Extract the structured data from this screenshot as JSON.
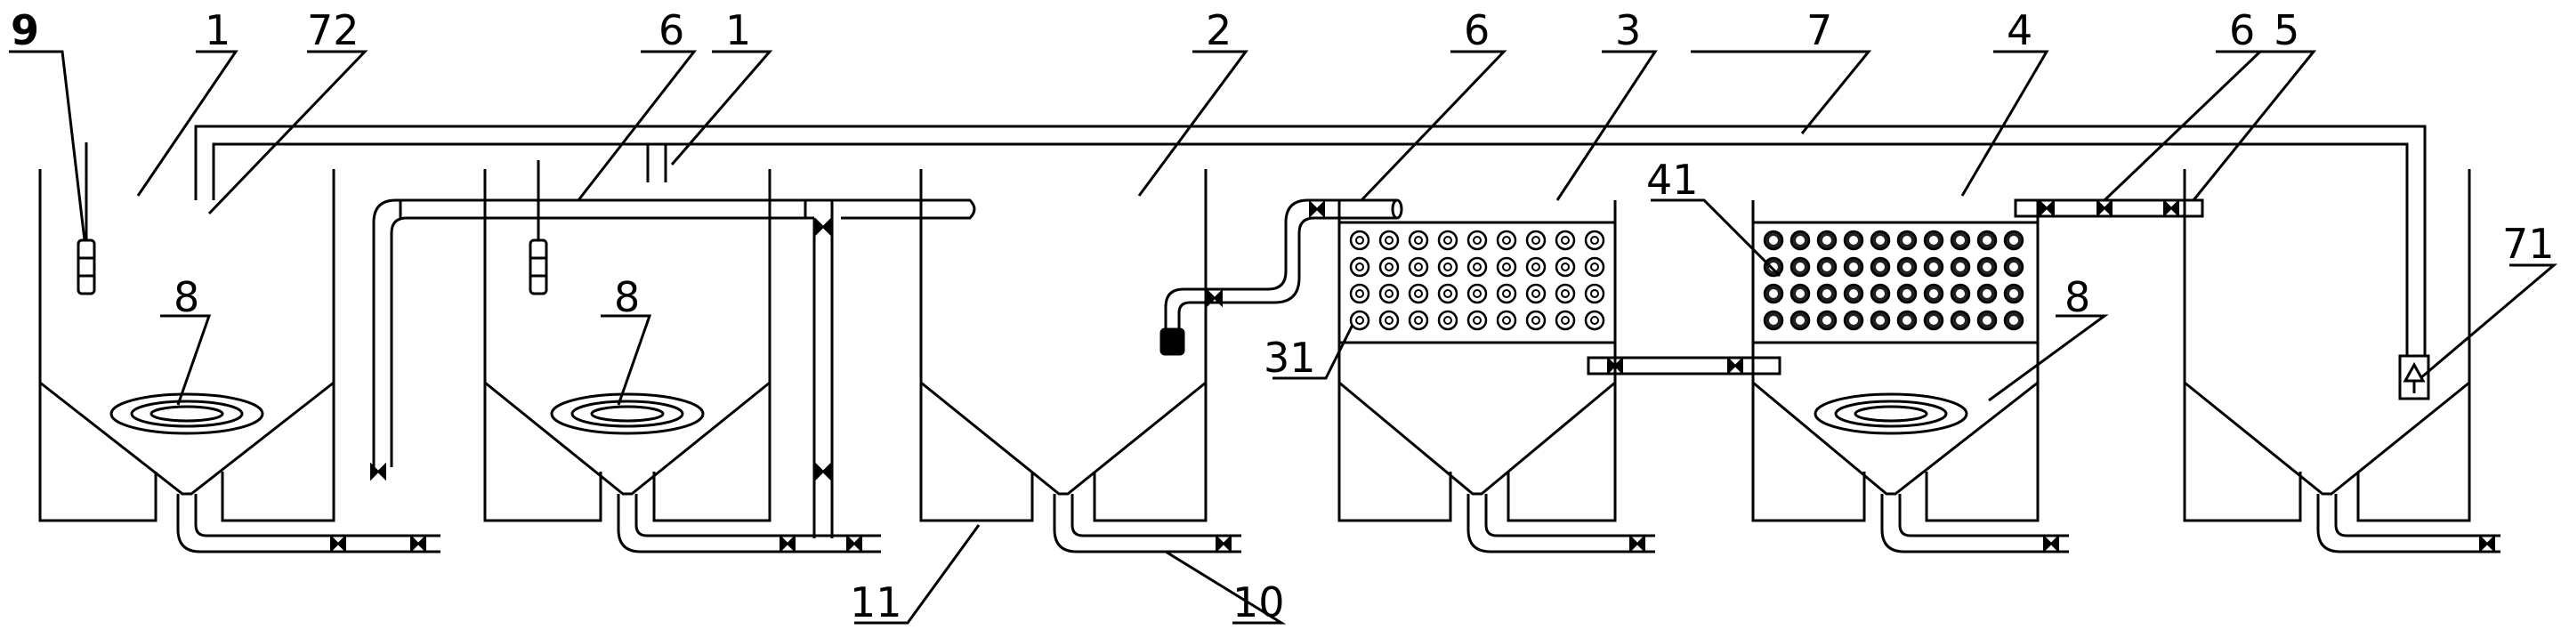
{
  "diagram": {
    "labels": {
      "l9": "9",
      "l1a": "1",
      "l72": "72",
      "l6a": "6",
      "l1b": "1",
      "l2": "2",
      "l6b": "6",
      "l3": "3",
      "l7": "7",
      "l4": "4",
      "l6c": "6",
      "l5": "5",
      "l71": "71",
      "l8a": "8",
      "l8b": "8",
      "l8c": "8",
      "l41": "41",
      "l31": "31",
      "l11": "11",
      "l10": "10"
    },
    "colors": {
      "line": "#000000",
      "background": "#ffffff",
      "filled_disc": "#222222"
    }
  }
}
